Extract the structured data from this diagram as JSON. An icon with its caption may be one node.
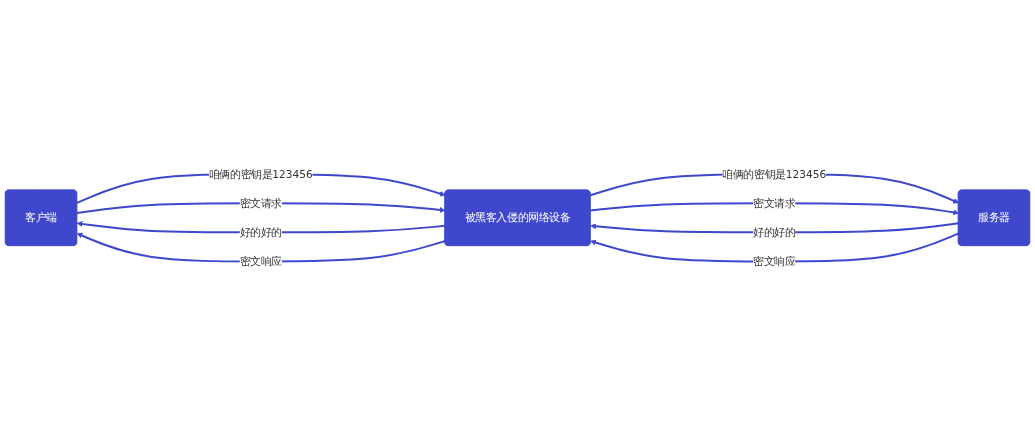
{
  "diagram": {
    "nodes": [
      {
        "text": [
          "客户端"
        ]
      },
      {
        "text": [
          "被黑客入侵的网络设备"
        ]
      },
      {
        "text": [
          "服务器"
        ]
      }
    ],
    "edges": [
      {
        "from": 0,
        "to": 1,
        "arrow": "to",
        "label": "咱俩的密钥是123456"
      },
      {
        "from": 1,
        "to": 0,
        "arrow": "to",
        "label": "好的好的"
      },
      {
        "from": 1,
        "to": 2,
        "arrow": "to",
        "label": "咱俩的密钥是123456"
      },
      {
        "from": 2,
        "to": 1,
        "arrow": "to",
        "label": "好的好的"
      },
      {
        "from": 0,
        "to": 1,
        "arrow": "to",
        "label": "密文请求"
      },
      {
        "from": 1,
        "to": 0,
        "arrow": "to",
        "label": "密文响应"
      },
      {
        "from": 1,
        "to": 2,
        "arrow": "to",
        "label": "密文请求"
      },
      {
        "from": 2,
        "to": 1,
        "arrow": "to",
        "label": "密文响应"
      }
    ]
  }
}
